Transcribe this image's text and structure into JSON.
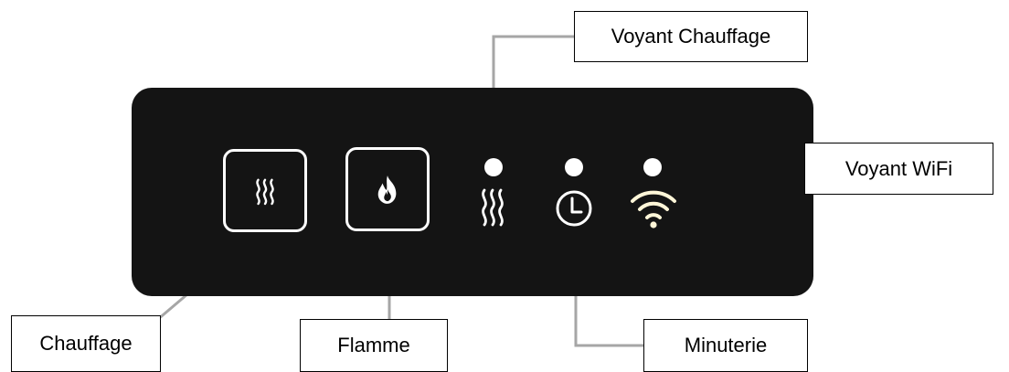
{
  "panel": {
    "background_color": "#141414",
    "buttons": [
      {
        "name": "chauffage",
        "icon": "heat-waves-icon"
      },
      {
        "name": "flamme",
        "icon": "flame-icon"
      }
    ],
    "indicators": [
      {
        "name": "voyant-chauffage",
        "icon": "heat-waves-icon"
      },
      {
        "name": "voyant-minuterie",
        "icon": "clock-icon"
      },
      {
        "name": "voyant-wifi",
        "icon": "wifi-icon",
        "icon_color": "#fff6d8"
      }
    ]
  },
  "labels": {
    "voyant_chauffage": "Voyant Chauffage",
    "voyant_wifi": "Voyant WiFi",
    "chauffage": "Chauffage",
    "flamme": "Flamme",
    "minuterie": "Minuterie"
  },
  "connector_color": "#a6a6a6"
}
